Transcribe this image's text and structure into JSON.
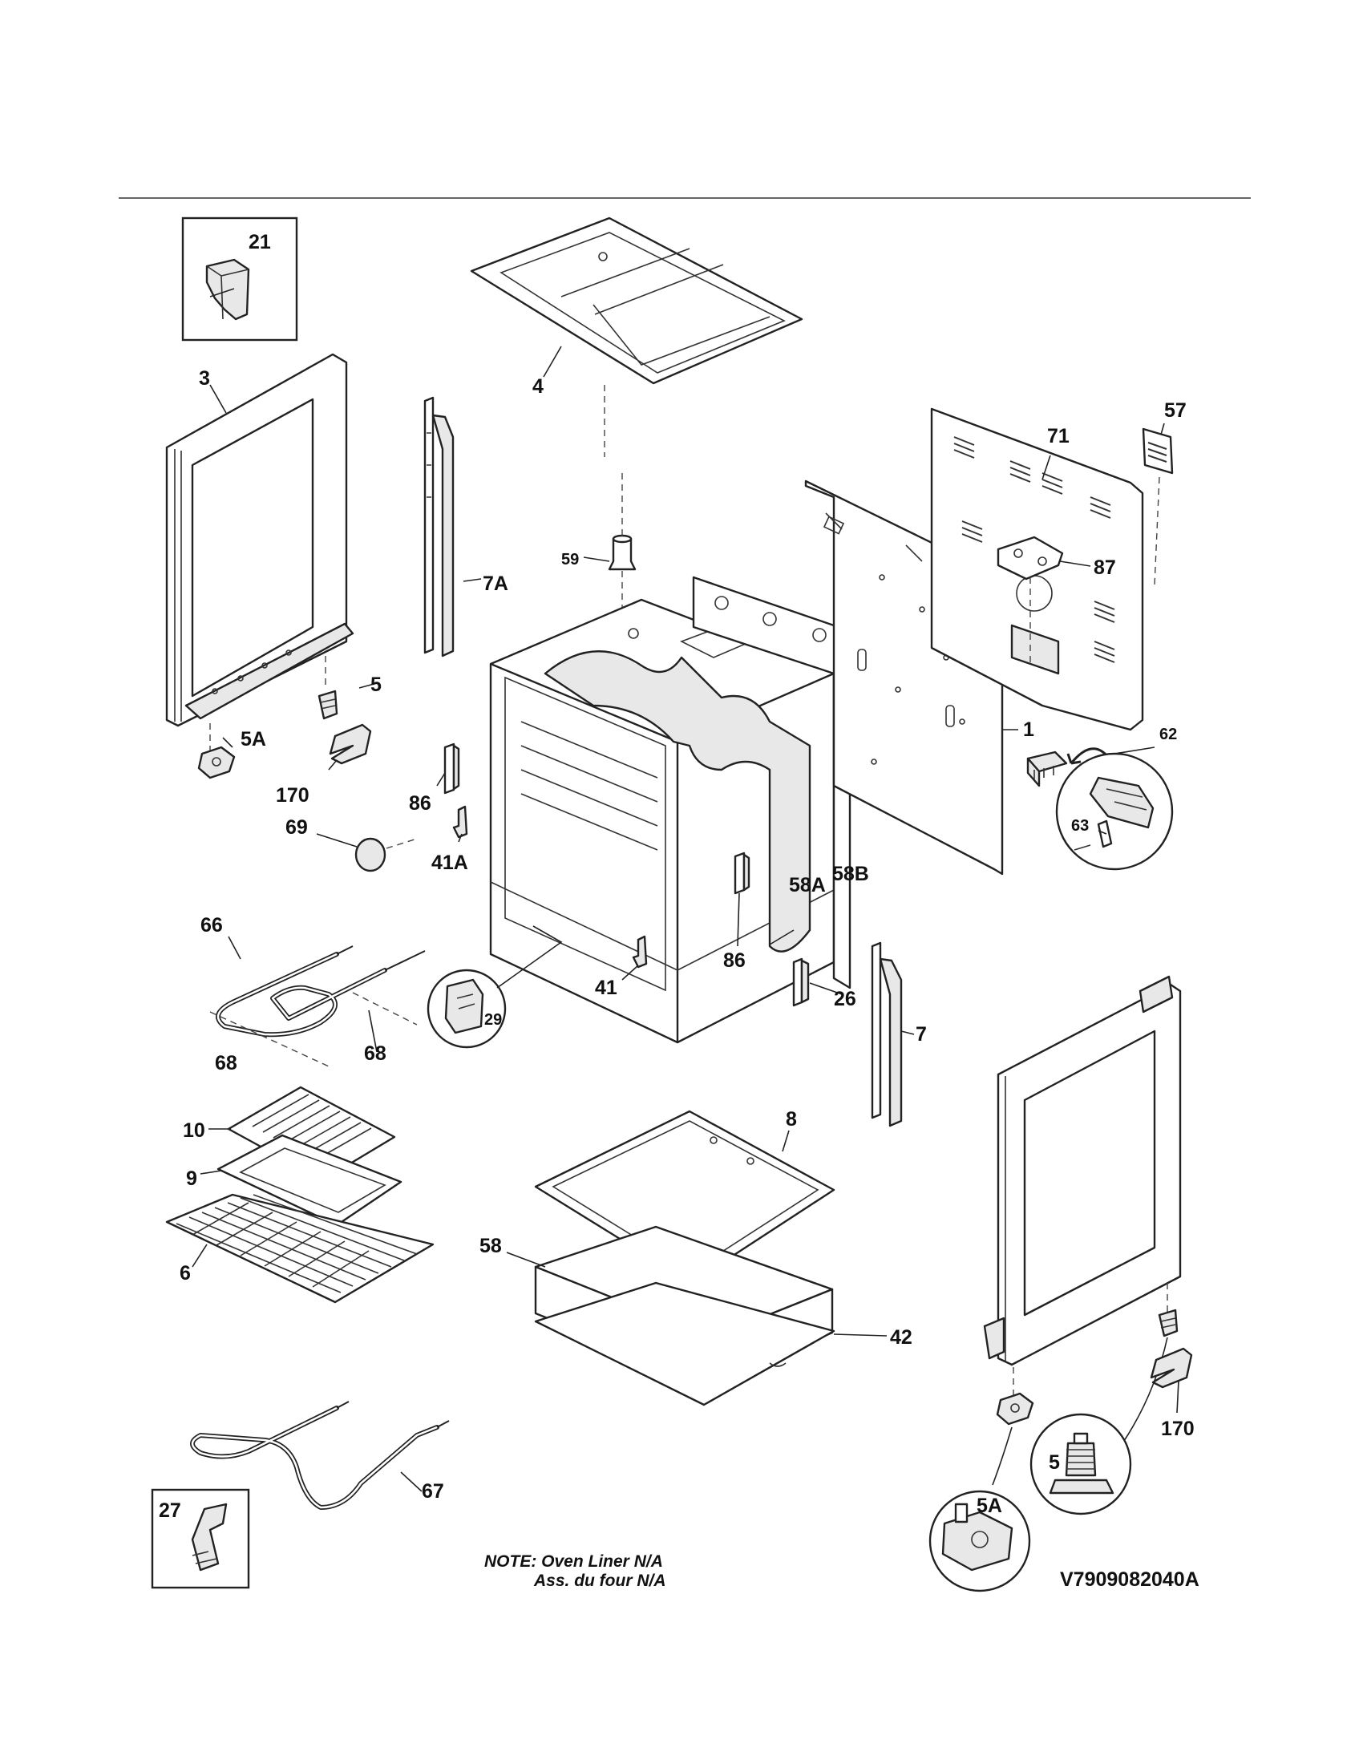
{
  "diagram": {
    "callouts": [
      {
        "id": "21"
      },
      {
        "id": "3"
      },
      {
        "id": "4"
      },
      {
        "id": "57"
      },
      {
        "id": "71"
      },
      {
        "id": "59"
      },
      {
        "id": "7A"
      },
      {
        "id": "87"
      },
      {
        "id": "5"
      },
      {
        "id": "5A"
      },
      {
        "id": "170"
      },
      {
        "id": "86"
      },
      {
        "id": "62"
      },
      {
        "id": "1"
      },
      {
        "id": "63"
      },
      {
        "id": "69"
      },
      {
        "id": "41A"
      },
      {
        "id": "58A"
      },
      {
        "id": "58B"
      },
      {
        "id": "66"
      },
      {
        "id": "86b",
        "label": "86"
      },
      {
        "id": "41"
      },
      {
        "id": "26"
      },
      {
        "id": "29"
      },
      {
        "id": "7"
      },
      {
        "id": "68"
      },
      {
        "id": "68b",
        "label": "68"
      },
      {
        "id": "10"
      },
      {
        "id": "8"
      },
      {
        "id": "9"
      },
      {
        "id": "58"
      },
      {
        "id": "6"
      },
      {
        "id": "42"
      },
      {
        "id": "170b",
        "label": "170"
      },
      {
        "id": "5b",
        "label": "5"
      },
      {
        "id": "67"
      },
      {
        "id": "5Ab",
        "label": "5A"
      },
      {
        "id": "27"
      }
    ],
    "note_line1": "NOTE: Oven Liner N/A",
    "note_line2": "Ass. du four N/A",
    "code": "V7909082040A"
  }
}
